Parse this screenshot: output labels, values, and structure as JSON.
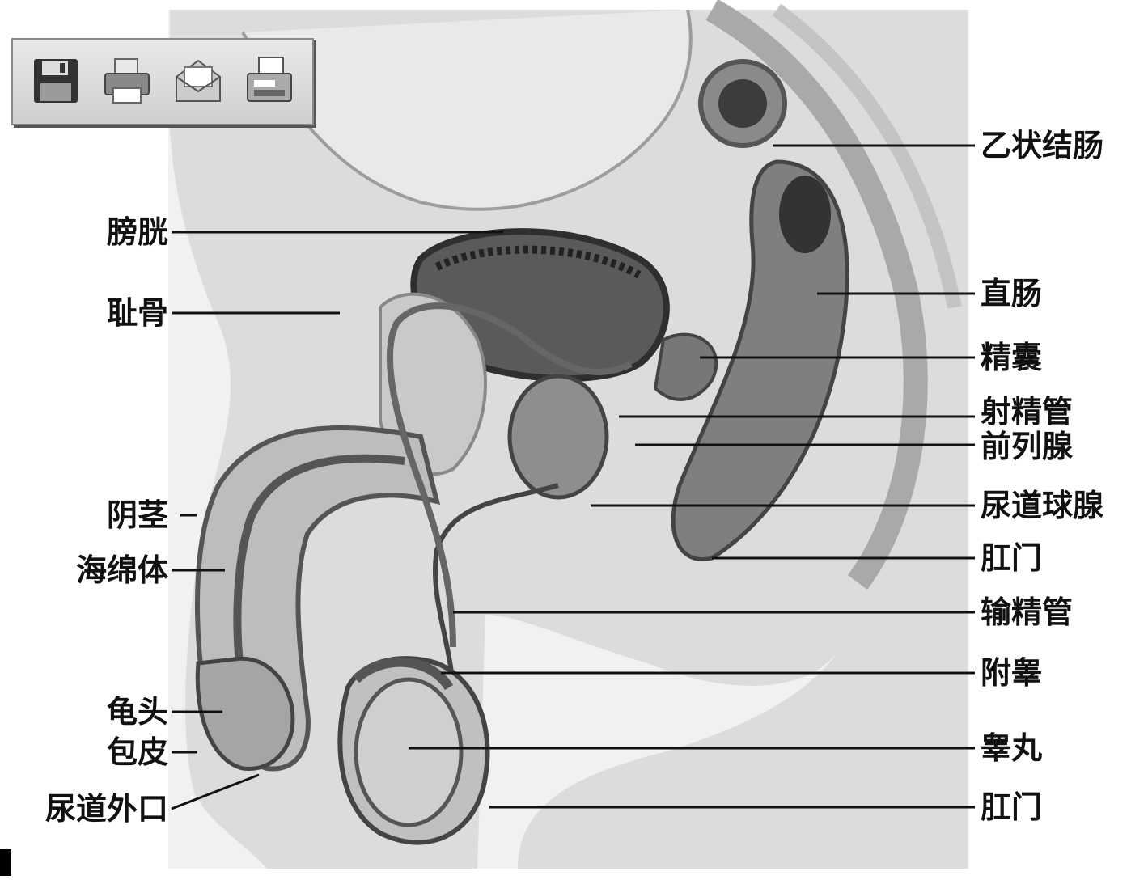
{
  "labels_left": [
    {
      "key": "bladder",
      "text": "膀胱"
    },
    {
      "key": "pubis",
      "text": "耻骨"
    },
    {
      "key": "penis",
      "text": "阴茎"
    },
    {
      "key": "corpus",
      "text": "海绵体"
    },
    {
      "key": "glans",
      "text": "龟头"
    },
    {
      "key": "prepuce",
      "text": "包皮"
    },
    {
      "key": "urethral_orifice",
      "text": "尿道外口"
    }
  ],
  "labels_right": [
    {
      "key": "sigmoid",
      "text": "乙状结肠"
    },
    {
      "key": "rectum",
      "text": "直肠"
    },
    {
      "key": "seminal_vesicle",
      "text": "精囊"
    },
    {
      "key": "ejaculatory_duct",
      "text": "射精管"
    },
    {
      "key": "prostate",
      "text": "前列腺"
    },
    {
      "key": "bulbourethral",
      "text": "尿道球腺"
    },
    {
      "key": "anus",
      "text": "肛门"
    },
    {
      "key": "vas_deferens",
      "text": "输精管"
    },
    {
      "key": "epididymis",
      "text": "附睾"
    },
    {
      "key": "testis",
      "text": "睾丸"
    },
    {
      "key": "anus_2",
      "text": "肛门"
    }
  ],
  "toolbar": {
    "buttons": [
      {
        "name": "save-button",
        "icon": "floppy-disk-icon"
      },
      {
        "name": "print-button",
        "icon": "printer-icon"
      },
      {
        "name": "email-button",
        "icon": "envelope-icon"
      },
      {
        "name": "fax-button",
        "icon": "fax-icon"
      }
    ]
  },
  "colors": {
    "tissue_light": "#e2e2e2",
    "tissue_mid": "#b9b9b9",
    "tissue_dark": "#6a6a6a",
    "leader_line": "#111111"
  }
}
